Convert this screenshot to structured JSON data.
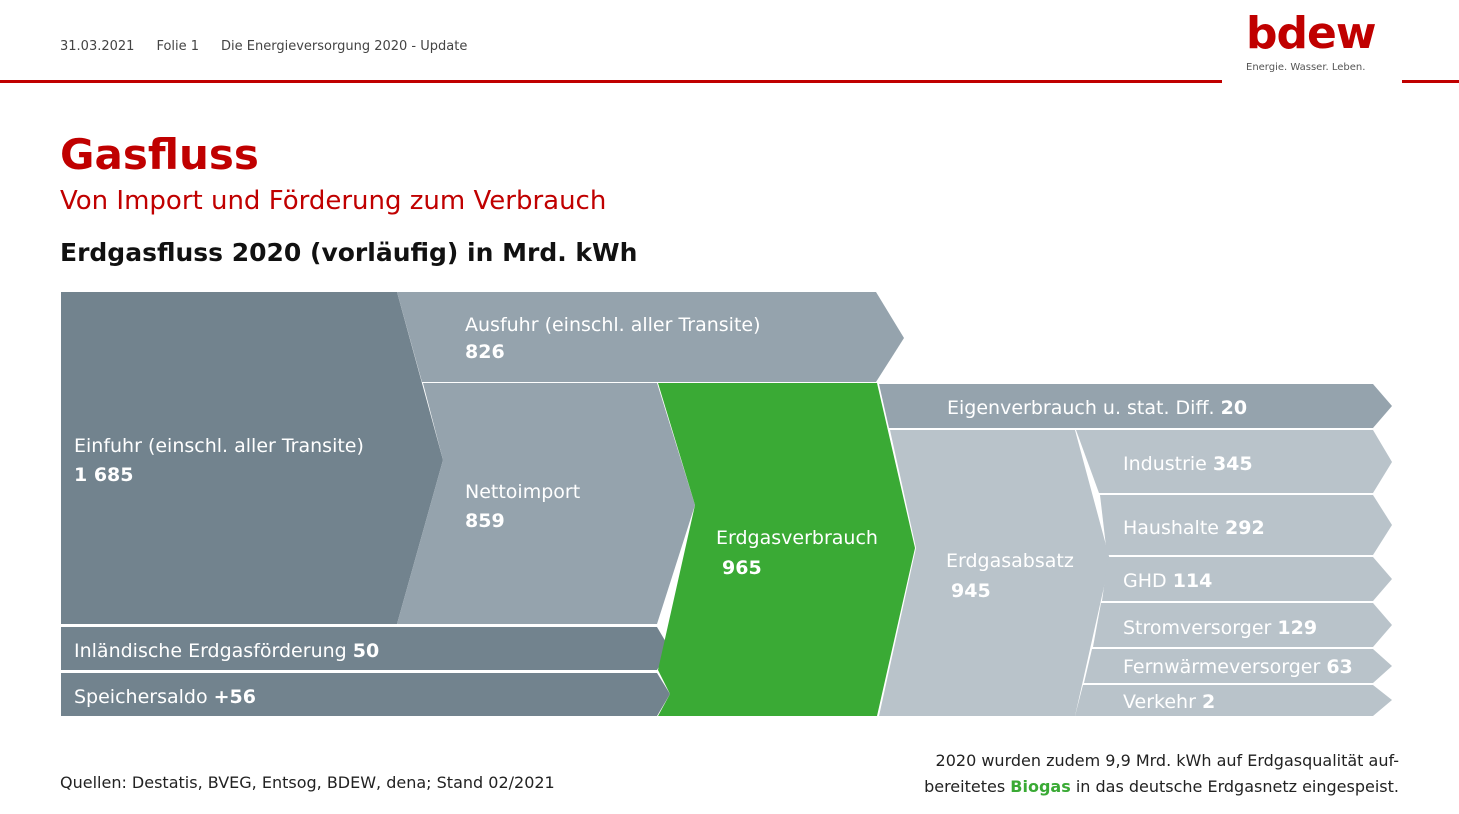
{
  "header": {
    "date": "31.03.2021",
    "slide": "Folie 1",
    "doc_title": "Die Energieversorgung 2020 - Update"
  },
  "logo": {
    "word": "bdew",
    "tagline": "Energie. Wasser. Leben.",
    "color": "#c00000"
  },
  "title": "Gasfluss",
  "subtitle": "Von Import und Förderung zum Verbrauch",
  "heading": "Erdgasfluss 2020 (vorläufig) in Mrd. kWh",
  "colors": {
    "accent": "#c00000",
    "dark": "#72838e",
    "mid": "#95a3ad",
    "light": "#b9c3ca",
    "green": "#3aaa35"
  },
  "flows": {
    "einfuhr": {
      "label": "Einfuhr (einschl. aller Transite)",
      "value": "1 685"
    },
    "ausfuhr": {
      "label": "Ausfuhr (einschl. aller Transite)",
      "value": "826"
    },
    "nettoimport": {
      "label": "Nettoimport",
      "value": "859"
    },
    "foerderung": {
      "label": "Inländische Erdgasförderung",
      "value": "50"
    },
    "speicher": {
      "label": "Speichersaldo",
      "value": "+56"
    },
    "verbrauch": {
      "label": "Erdgasverbrauch",
      "value": "965"
    },
    "eigenverbrauch": {
      "label": "Eigenverbrauch u. stat. Diff.",
      "value": "20"
    },
    "absatz": {
      "label": "Erdgasabsatz",
      "value": "945"
    },
    "sectors": [
      {
        "label": "Industrie",
        "value": "345"
      },
      {
        "label": "Haushalte",
        "value": "292"
      },
      {
        "label": "GHD",
        "value": "114"
      },
      {
        "label": "Stromversorger",
        "value": "129"
      },
      {
        "label": "Fernwärmeversorger",
        "value": "63"
      },
      {
        "label": "Verkehr",
        "value": "2"
      }
    ]
  },
  "sources": "Quellen: Destatis, BVEG, Entsog, BDEW, dena; Stand 02/2021",
  "note": {
    "line1": "2020 wurden zudem 9,9 Mrd. kWh auf Erdgasqualität auf-",
    "line2_pre": "bereitetes",
    "line2_highlight": "Biogas",
    "line2_post": "in das deutsche Erdgasnetz eingespeist."
  }
}
